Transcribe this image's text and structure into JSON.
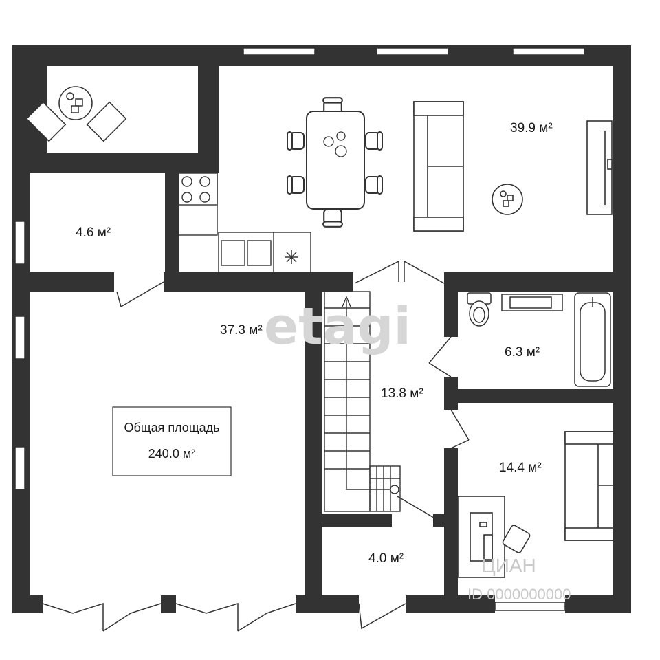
{
  "rooms": [
    {
      "id": "living",
      "area": "39.9 м²"
    },
    {
      "id": "pantry",
      "area": "4.6 м²"
    },
    {
      "id": "hall",
      "area": "37.3 м²"
    },
    {
      "id": "bath",
      "area": "6.3 м²"
    },
    {
      "id": "corridor",
      "area": "13.8 м²"
    },
    {
      "id": "bedroom",
      "area": "14.4 м²"
    },
    {
      "id": "vestibule",
      "area": "4.0 м²"
    }
  ],
  "total": {
    "label": "Общая площадь",
    "value": "240.0 м²"
  },
  "watermarks": {
    "brand": "etagi",
    "partner": "ЦИАН",
    "partner_id": "ID 0000000000"
  },
  "colors": {
    "wall": "#333333",
    "furniture_stroke": "#333333",
    "floor": "#ffffff"
  }
}
